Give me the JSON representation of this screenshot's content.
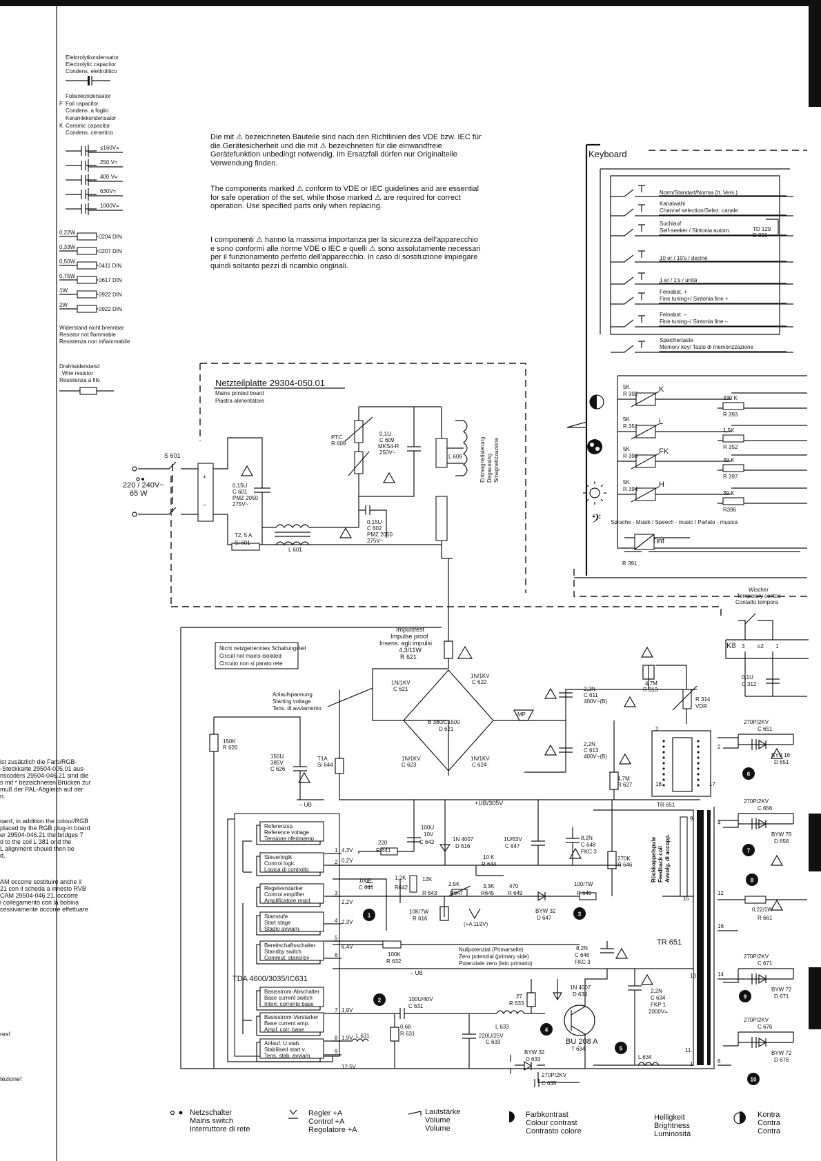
{
  "legend": {
    "electrolytic": [
      "Elektrolytkondensator",
      "Electrolytic capacitor",
      "Condens. elettrolitico"
    ],
    "foil": [
      "Folienkondensator",
      "Foil capacitor",
      "Condens. a foglio"
    ],
    "ceramic": [
      "Keramikkondensator",
      "Ceramic capacitor",
      "Condens. ceramico"
    ],
    "foil_mark": "F",
    "ceramic_mark": "K",
    "voltages": [
      "≤160V=",
      "250 V=",
      "400 V=",
      "630V=",
      "1000V="
    ],
    "resistors": [
      {
        "w": "0,22W",
        "din": "0204 DIN"
      },
      {
        "w": "0,33W",
        "din": "0207 DIN"
      },
      {
        "w": "0,50W",
        "din": "0411 DIN"
      },
      {
        "w": "0,75W",
        "din": "0617 DIN"
      },
      {
        "w": "1W",
        "din": "0922 DIN"
      },
      {
        "w": "2W",
        "din": "0922 DIN"
      }
    ],
    "nonflammable": [
      "Widerstand nicht brennbar",
      "Resistor not flammable",
      "Resistenza non infiammabile"
    ],
    "wire": [
      "Drahtwiderstand",
      "Wire resistor",
      "Resistenza a filo"
    ]
  },
  "notes": {
    "de": "Die mit ⚠ bezeichneten Bauteile sind nach den Richtlinien des VDE bzw. IEC für die Gerätesicherheit und die mit ⚠ bezeichneten für die einwandfreie Gerätefunktion unbedingt notwendig. Im Ersatzfall dürfen nur Originalteile Verwendung finden.",
    "en": "The components marked ⚠ conform to VDE or IEC guidelines and are essential for safe operation of the set, while those marked ⚠ are required for correct operation. Use specified parts only when replacing.",
    "it": "I componenti ⚠ hanno la massima importanza per la sicurezza dell'apparecchio e sono conformi alle norme VDE o IEC e quelli ⚠ sono assolutamente necessari per il funzionamento perfetto dell'apparecchio. In caso di sostituzione impiegare quindi soltanto pezzi di ricambio originali."
  },
  "left_notes": {
    "de": [
      " ist zusätzlich die Farb/RGB-",
      "-Steckkarte 29504-005.01 aus-",
      "nscoders 29504-046.21 sind die",
      "s mit * bezeichneten Brücken zur",
      "muß der PAL-Abgleich auf der",
      "n."
    ],
    "en": [
      "oard, in addition the colour/RGB",
      "placed by the RGB plug-in board",
      "er 29504-046.21 the bridges 7",
      "d to the coil L 381 ond the",
      "L alignment should then be",
      "d."
    ],
    "it": [
      "AM occorre sostituire anche il",
      "21 con il scheda a innesto RVB",
      "CAM 29504-046.21, occorre",
      "i collegamento con la bobina",
      "cessivamente occorre effettuare",
      ""
    ],
    "tail1": "res!",
    "tail2": "tezione!"
  },
  "keyboard": {
    "title": "Keyboard",
    "keys": [
      [
        "Norm/Standart/Norma (It. Vers.)"
      ],
      [
        "Kanalwahl",
        "Channel selection/Selez. canale"
      ],
      [
        "Suchlauf",
        "Self-seeker / Sintonia autom."
      ],
      [
        "10 er / 10's / decine"
      ],
      [
        "1 er / 1's / unità"
      ],
      [
        "Feinabst. +",
        "Fine tuning+/ Sintonia fine +"
      ],
      [
        "Feinabst. –",
        "Fine tuning–/ Sintonia fine –"
      ],
      [
        "Speichertaste",
        "Memory key/ Tasto di memorizzazione"
      ]
    ],
    "td": [
      "TD 129",
      "D 301"
    ],
    "pots": {
      "r392": [
        "5K",
        "R 392"
      ],
      "k": "K",
      "r393": [
        "330 K",
        "R 393"
      ],
      "r351": [
        "5K",
        "R 351"
      ],
      "r352": [
        "1,5K",
        "R 352"
      ],
      "l": "L",
      "r398": [
        "5K",
        "R 398"
      ],
      "fk": "FK",
      "r397": [
        "39 K",
        "R 397"
      ],
      "r394": [
        "5K",
        "R 394"
      ],
      "h": "H",
      "r396": [
        "39 K",
        "R396"
      ],
      "tint": "Tint",
      "r391": "R 391"
    },
    "speech": "Sprache - Musik / Speech - music / Parlato - musica"
  },
  "mains": {
    "title": "Netzteilplatte 29304-050.01",
    "sub1": "Mains printed board",
    "sub2": "Piastra alimentatore",
    "s601": "S 601",
    "supply": [
      "220 / 240V~",
      "65 W"
    ],
    "c601": [
      "0,15U",
      "C 601",
      "PMZ 2050",
      "275V~"
    ],
    "fuse": [
      "T2, 5 A",
      "Si 601"
    ],
    "l601": "L 601",
    "ptc": [
      "PTC",
      "R 609"
    ],
    "c609": [
      "0,1U",
      "C 609",
      "MKS4-R",
      "250V~"
    ],
    "c602": [
      "0,15U",
      "C 602",
      "PMZ 2050",
      "275V~"
    ],
    "l609": "L 609",
    "degauss": [
      "Entmagnetisierung",
      "Degaussing",
      "Smagnetizzazione"
    ]
  },
  "main": {
    "not_isolated": [
      "Nicht netzgetrenntes Schaltungsteil",
      "Circuit not mains-isolated",
      "Circuito non si parato rete"
    ],
    "impuls": [
      "Impulsfest",
      "Impulse proof",
      "Insens. agli impulsi",
      "4,3/11W",
      "R 621"
    ],
    "anlauf": [
      "Anlaufspannung",
      "Starting voltage",
      "Tens. di avviamento"
    ],
    "bridge": [
      "B 380/C1500",
      "D 621"
    ],
    "diodes": [
      [
        "1N/1KV",
        "C 621"
      ],
      [
        "1N/1KV",
        "C 622"
      ],
      [
        "1N/1KV",
        "C 623"
      ],
      [
        "1N/1KV",
        "C 624"
      ]
    ],
    "c611": [
      "2,2N",
      "C 611",
      "400V~(B)"
    ],
    "c613": [
      "2,2N",
      "C 613",
      "400V~(B)"
    ],
    "mp": "MP",
    "r313": [
      "4,7M",
      "R 313"
    ],
    "r314": [
      "R 314",
      "VDR"
    ],
    "r626": [
      "150K",
      "R 626"
    ],
    "c626": [
      "150U",
      "385V",
      "C 626"
    ],
    "si644": [
      "T1A",
      "Si 644"
    ],
    "r627": [
      "4,7M",
      "R 627"
    ],
    "ub": "– UB",
    "ub305": "+UB/305V",
    "tr651": "TR 651",
    "tr651b": "TR 651",
    "ic": "TDA 4600/3035/IC631",
    "blocks": [
      [
        "Referenzsp.",
        "Reference voltage",
        "Tensione riferimento"
      ],
      [
        "Steuerlogik",
        "Control logic",
        "Logica di controllo"
      ],
      [
        "Regelverstarker",
        "Control amplifier",
        "Amplificatore regol."
      ],
      [
        "Startstufe",
        "Start stage",
        "Stadio avviam."
      ],
      [
        "Bereitschaftsschalter",
        "Standby switch",
        "Commut. stand-by"
      ],
      [
        "Basisstrom-Abschalter",
        "Base current switch",
        "Interr. corrente base"
      ],
      [
        "Basisstrom-Verstarker",
        "Base current amp.",
        "Ampl. corr. base"
      ],
      [
        "Anlauf. U stab.",
        "Stabilised start v.",
        "Tens. stab. avviam."
      ]
    ],
    "pins": [
      "1",
      "2",
      "3",
      "4",
      "5",
      "6",
      "7",
      "8",
      "9"
    ],
    "volts": [
      "4,3V",
      "0,2V",
      "2,2V",
      "2,3V",
      "6,4V",
      "1,9V",
      "1,9V",
      "12,5V"
    ],
    "r641": [
      "220",
      "R 641"
    ],
    "c642": [
      "100U",
      "10V",
      "C 642"
    ],
    "d616": [
      "1N 4007",
      "D 616"
    ],
    "c647": [
      "1U/63V",
      "C 647"
    ],
    "c648": [
      "8,2N",
      "C 648",
      "FKC 3"
    ],
    "r646": [
      "270K",
      "R 646"
    ],
    "r644": [
      "10 K",
      "R 644"
    ],
    "c641": [
      "100P",
      "C 641"
    ],
    "r642": [
      "1,2K",
      "R642"
    ],
    "r643": [
      "12K",
      "R 643"
    ],
    "r647": [
      "2,5K",
      "R647"
    ],
    "r645": [
      "3,3K",
      "R645"
    ],
    "r649": [
      "470",
      "R 649"
    ],
    "r648": [
      "100/7W",
      "R 648"
    ],
    "d647": [
      "BYW 32",
      "D 647"
    ],
    "r616": [
      "10K/7W",
      "R 616"
    ],
    "plus119": "(+A 119V)",
    "r632": [
      "100K",
      "R 632"
    ],
    "null": [
      "Nullpotenzial (Primarseite)",
      "Zero potenzial (primary side)",
      "Potenziale zero (lato primario)"
    ],
    "c646": [
      "8,2N",
      "C 646",
      "FKC 3"
    ],
    "ub2": "– UB",
    "c631": [
      "100U/40V",
      "C 631"
    ],
    "r633": [
      "27",
      "R 633"
    ],
    "d634": [
      "1N 4007",
      "D 634"
    ],
    "l633": "L 633",
    "c633": [
      "220U/25V",
      "C 633"
    ],
    "r631": [
      "0,68",
      "R 631"
    ],
    "l631": "L 631",
    "t634": [
      "BU 208 A",
      "T 634"
    ],
    "d633": [
      "BYW 32",
      "D 633"
    ],
    "c635": [
      "270P/2KV",
      "C 635"
    ],
    "c634": [
      "2,2N",
      "C 634",
      "FKP 1",
      "2000V="
    ],
    "l634": "L 634",
    "feedback": [
      "Rückkoppelspule",
      "Feedback coil",
      "Avvolg. di accopp."
    ],
    "pin9": "9",
    "pin15": "15",
    "pin13": "13",
    "pin11": "11",
    "pin1": "1",
    "pin2": "2",
    "pin18": "18",
    "pin17": "17"
  },
  "right": {
    "wischer": [
      "Wischer",
      "Temporary contac",
      "Contatto tempora"
    ],
    "k8": "K8",
    "k8pins": [
      "3",
      "o2",
      "1"
    ],
    "c312": [
      "0,1U",
      "C 312"
    ],
    "c651": [
      "270P/2KV",
      "C 651"
    ],
    "d651": [
      "BYV 16",
      "D 651"
    ],
    "c656": [
      "270P/2KV",
      "C 656"
    ],
    "d656": [
      "BYW 76",
      "D 656"
    ],
    "r661": [
      "0,22/1W",
      "R 661"
    ],
    "c671": [
      "270P/2KV",
      "C 671"
    ],
    "d671": [
      "BYW 72",
      "D 671"
    ],
    "c676": [
      "270P/2KV",
      "C 676"
    ],
    "d676": [
      "BYW 72",
      "D 676"
    ],
    "pins": [
      "2",
      "4",
      "12",
      "16",
      "14",
      "6"
    ]
  },
  "markers": [
    "1",
    "2",
    "3",
    "4",
    "5",
    "6",
    "7",
    "8",
    "9",
    "10"
  ],
  "bottom": {
    "netz": [
      "Netzschalter",
      "Mains switch",
      "Interruttore di rete"
    ],
    "regler": [
      "Regler +A",
      "Control +A",
      "Regolatore +A"
    ],
    "laut": [
      "Lautstärke",
      "Volume",
      "Volume"
    ],
    "farb": [
      "Farbkontrast",
      "Colour contrast",
      "Contrasto colore"
    ],
    "hell": [
      "Helligkeit",
      "Brightness",
      "Luminosità"
    ],
    "kontra": [
      "Kontra",
      "Contra",
      "Contra"
    ]
  }
}
